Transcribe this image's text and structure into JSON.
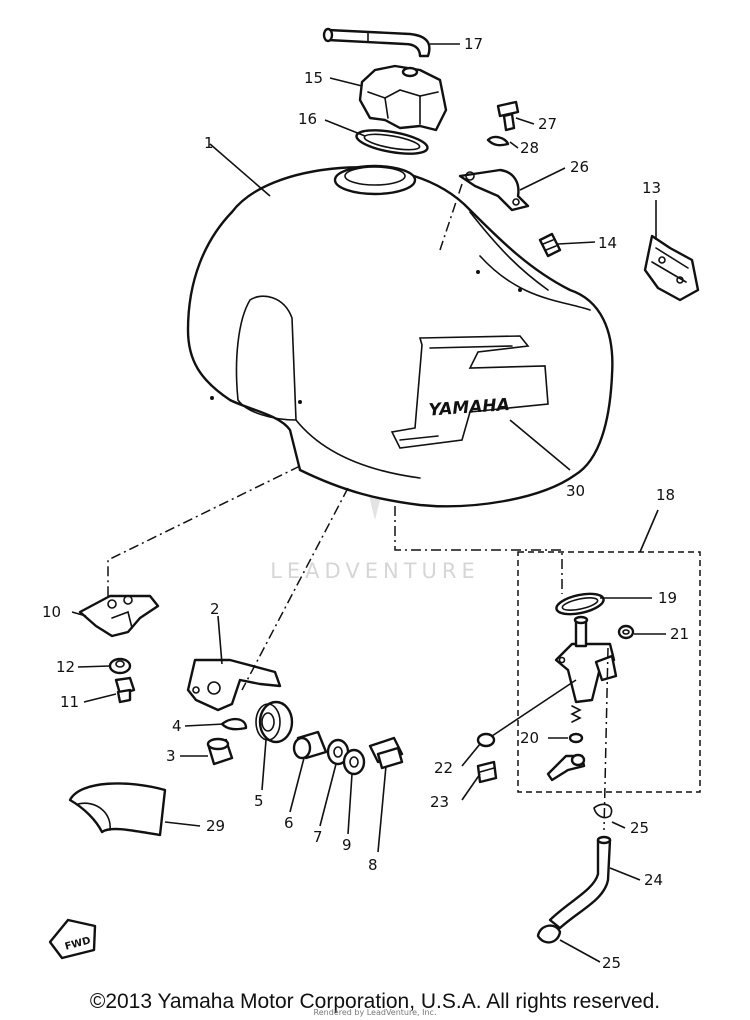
{
  "diagram": {
    "logo_text": "YAMAHA",
    "fwd_label": "FWD",
    "watermark": "LEADVENTURE",
    "copyright": "©2013 Yamaha Motor Corporation, U.S.A. All rights reserved.",
    "credit": "Rendered by LeadVenture, Inc.",
    "callouts": [
      "1",
      "2",
      "3",
      "4",
      "5",
      "6",
      "7",
      "8",
      "9",
      "10",
      "11",
      "12",
      "13",
      "14",
      "15",
      "16",
      "17",
      "18",
      "19",
      "20",
      "21",
      "22",
      "23",
      "24",
      "25",
      "25",
      "26",
      "27",
      "28",
      "29",
      "30"
    ]
  }
}
